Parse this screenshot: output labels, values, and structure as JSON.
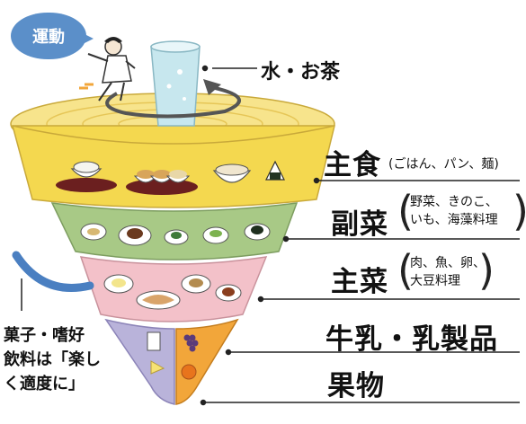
{
  "exercise": {
    "label": "運動"
  },
  "water": {
    "label": "水・お茶"
  },
  "tiers": [
    {
      "name": "主食",
      "detail_lines": [
        "(ごはん、パン、麺)"
      ],
      "color": "#f4d84f"
    },
    {
      "name": "副菜",
      "detail_lines": [
        "野菜、きのこ、",
        "いも、海藻料理"
      ],
      "color": "#a8c986"
    },
    {
      "name": "主菜",
      "detail_lines": [
        "肉、魚、卵、",
        "大豆料理"
      ],
      "color": "#f3c1c9"
    },
    {
      "name": "牛乳・乳製品",
      "detail_lines": [],
      "color": "#b9b3da"
    },
    {
      "name": "果物",
      "detail_lines": [],
      "color": "#f2a63a"
    }
  ],
  "snacks": {
    "lines": [
      "菓子・嗜好",
      "飲料は「楽し",
      "く適度に」"
    ],
    "color": "#4a7fc1"
  }
}
